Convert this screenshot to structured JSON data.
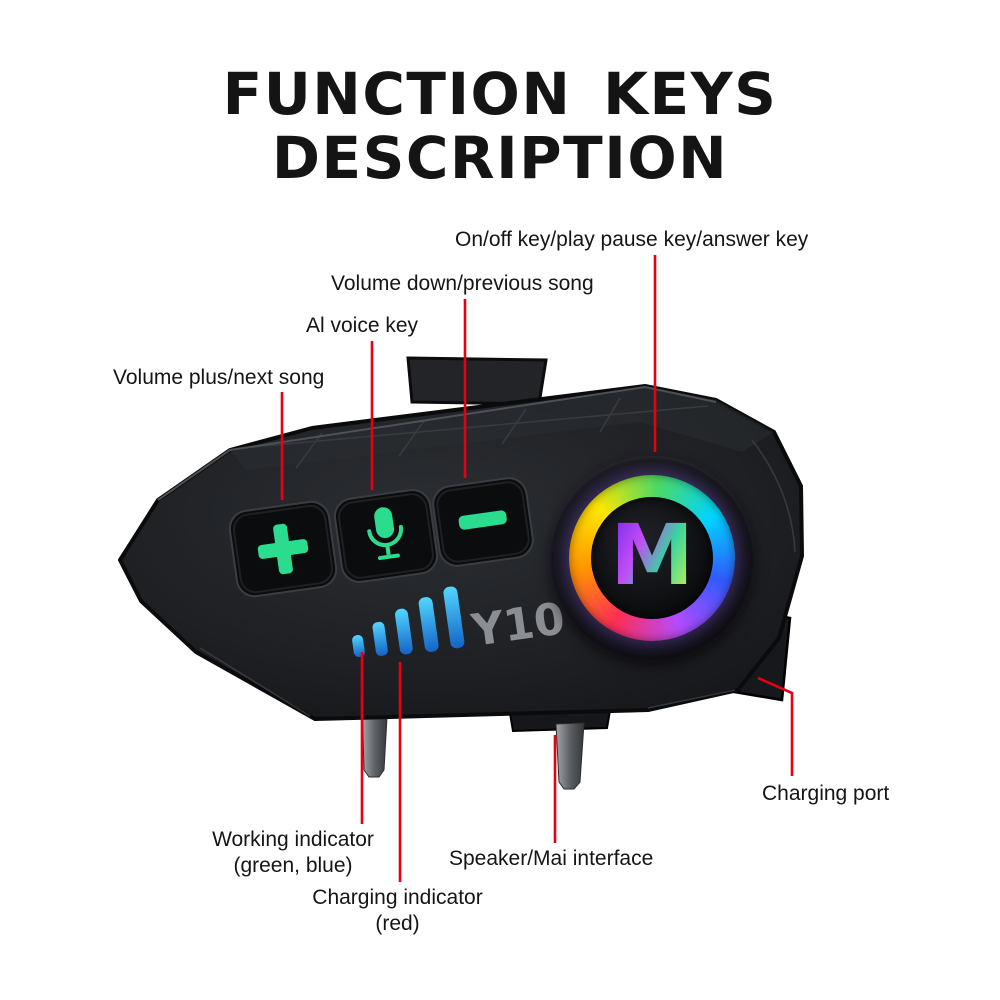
{
  "title": {
    "line1": "FUNCTION KEYS",
    "line2": "DESCRIPTION"
  },
  "callouts": {
    "power": "On/off key/play pause key/answer key",
    "volume_down": "Volume down/previous song",
    "ai_voice": "Al voice key",
    "volume_plus": "Volume plus/next song",
    "charging_port": "Charging port",
    "working_indicator": "Working indicator",
    "working_indicator_note": "(green, blue)",
    "charging_indicator": "Charging indicator",
    "charging_indicator_note": "(red)",
    "speaker": "Speaker/Mai interface"
  },
  "device": {
    "model": "Y10",
    "logo": "M",
    "icons": {
      "volume_up_button": "plus-icon",
      "ai_voice_button": "mic-icon",
      "volume_down_button": "minus-icon",
      "power_button": "rgb-ring-m-logo"
    },
    "led_bars": 5
  },
  "colors": {
    "callout_line": "#e60012",
    "button_glyph_green": "#2bdc8f",
    "led_bar_blue": "#3fc1f5",
    "device_body": "#1c1e21",
    "background": "#ffffff"
  }
}
